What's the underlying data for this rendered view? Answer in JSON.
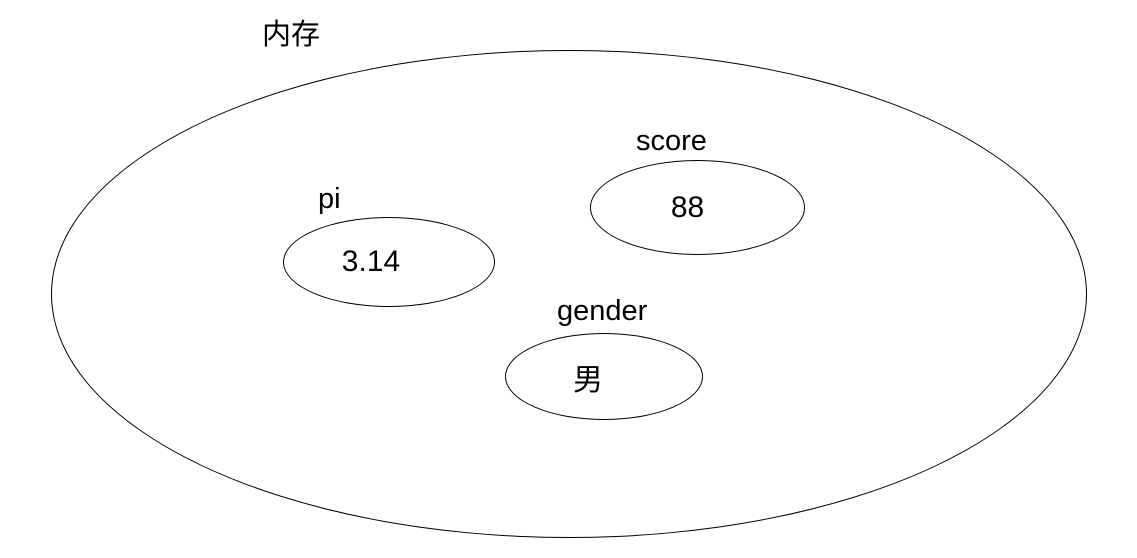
{
  "diagram": {
    "container_label": "内存",
    "variables": [
      {
        "name": "pi",
        "value": "3.14"
      },
      {
        "name": "score",
        "value": "88"
      },
      {
        "name": "gender",
        "value": "男"
      }
    ]
  },
  "style": {
    "background_color": "#ffffff",
    "stroke_color": "#000000",
    "text_color": "#000000"
  }
}
